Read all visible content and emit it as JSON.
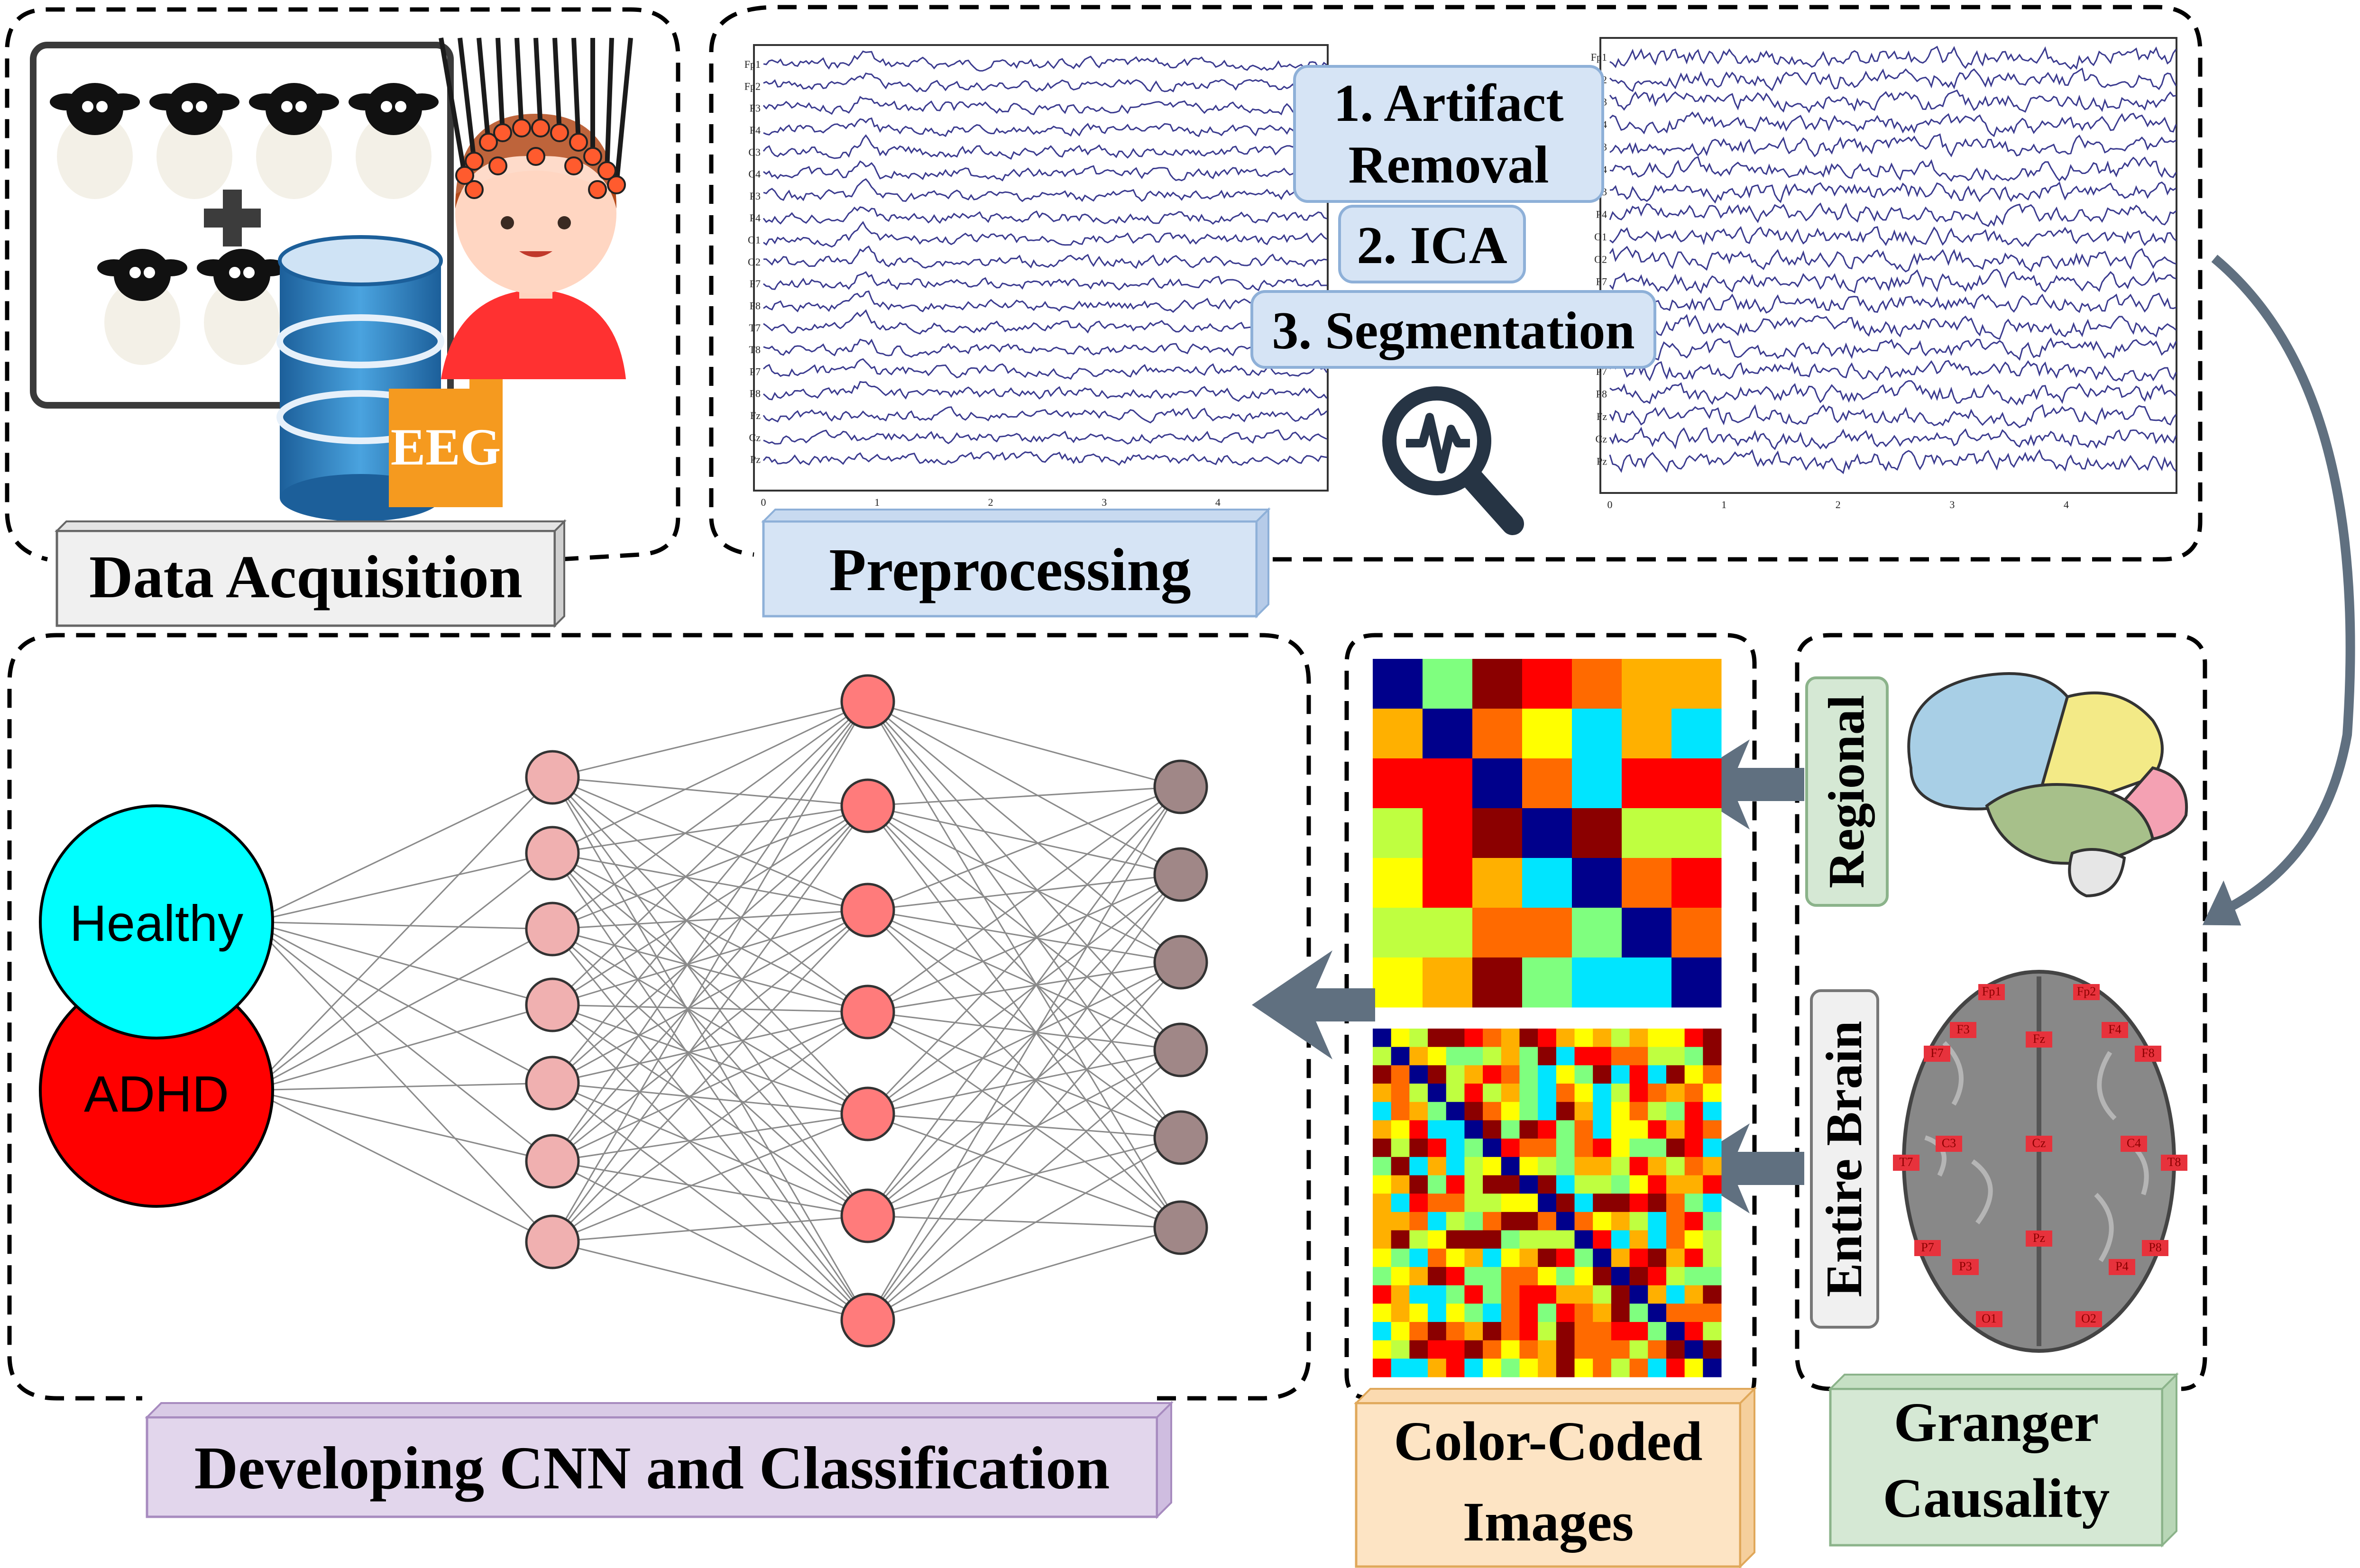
{
  "sections": {
    "data_acquisition": {
      "label": "Data Acquisition",
      "badge": "EEG"
    },
    "preprocessing": {
      "label": "Preprocessing",
      "steps": [
        "1. Artifact",
        "Removal",
        "2. ICA",
        "3. Segmentation"
      ]
    },
    "granger": {
      "label_line1": "Granger",
      "label_line2": "Causality",
      "regional": "Regional",
      "entire_brain": "Entire Brain"
    },
    "color_coded": {
      "label_line1": "Color-Coded",
      "label_line2": "Images"
    },
    "cnn": {
      "label": "Developing CNN and Classification",
      "classes": [
        "Healthy",
        "ADHD"
      ]
    }
  },
  "eeg_channels": [
    "Fp1",
    "Fp2",
    "F3",
    "F4",
    "C3",
    "C4",
    "P3",
    "P4",
    "O1",
    "O2",
    "F7",
    "F8",
    "T7",
    "T8",
    "P7",
    "P8",
    "Fz",
    "Cz",
    "Pz"
  ],
  "eeg_x_ticks": [
    "0",
    "1",
    "2",
    "3",
    "4"
  ],
  "electrodes": [
    "Fp1",
    "Fp2",
    "F3",
    "Fz",
    "F4",
    "F7",
    "F8",
    "T7",
    "C3",
    "Cz",
    "C4",
    "T8",
    "Pz",
    "P7",
    "P3",
    "P4",
    "P8",
    "O1",
    "O2"
  ],
  "colors": {
    "preprocessing_label_bg": "#d6e4f5",
    "granger_label_bg": "#d5e8d4",
    "color_coded_label_bg": "#fde4c4",
    "cnn_label_bg": "#e2d6ec",
    "healthy": "#00ffff",
    "adhd": "#ff0000",
    "layer1_node": "#f0b0b0",
    "layer2_node": "#ff7b7b",
    "layer3_node": "#a08787",
    "arrow": "#607080"
  }
}
